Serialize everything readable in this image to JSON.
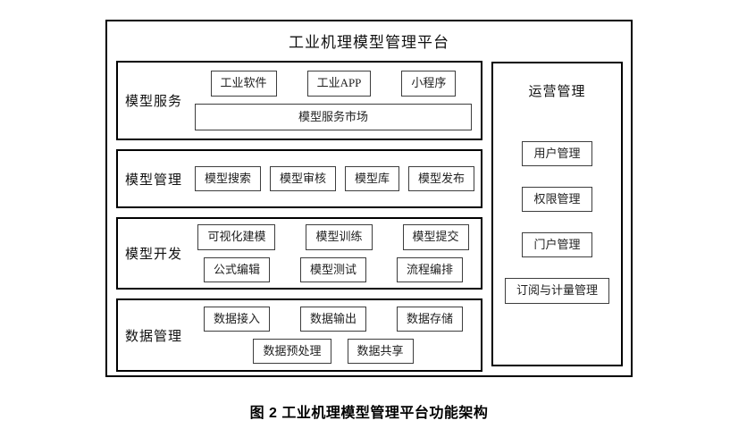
{
  "diagram": {
    "title": "工业机理模型管理平台",
    "caption": "图 2  工业机理模型管理平台功能架构",
    "left_sections": [
      {
        "label": "模型服务",
        "rows": [
          [
            "工业软件",
            "工业APP",
            "小程序"
          ]
        ],
        "wide": "模型服务市场"
      },
      {
        "label": "模型管理",
        "rows": [
          [
            "模型搜索",
            "模型审核",
            "模型库",
            "模型发布"
          ]
        ]
      },
      {
        "label": "模型开发",
        "rows": [
          [
            "可视化建模",
            "模型训练",
            "模型提交"
          ],
          [
            "公式编辑",
            "模型测试",
            "流程编排"
          ]
        ]
      },
      {
        "label": "数据管理",
        "rows": [
          [
            "数据接入",
            "数据输出",
            "数据存储"
          ],
          [
            "数据预处理",
            "数据共享"
          ]
        ]
      }
    ],
    "right_section": {
      "label": "运营管理",
      "items": [
        "用户管理",
        "权限管理",
        "门户管理",
        "订阅与计量管理"
      ]
    },
    "colors": {
      "frame_border": "#000000",
      "box_border": "#3d3d3d",
      "background": "#ffffff",
      "text": "#1a1a1a"
    }
  }
}
